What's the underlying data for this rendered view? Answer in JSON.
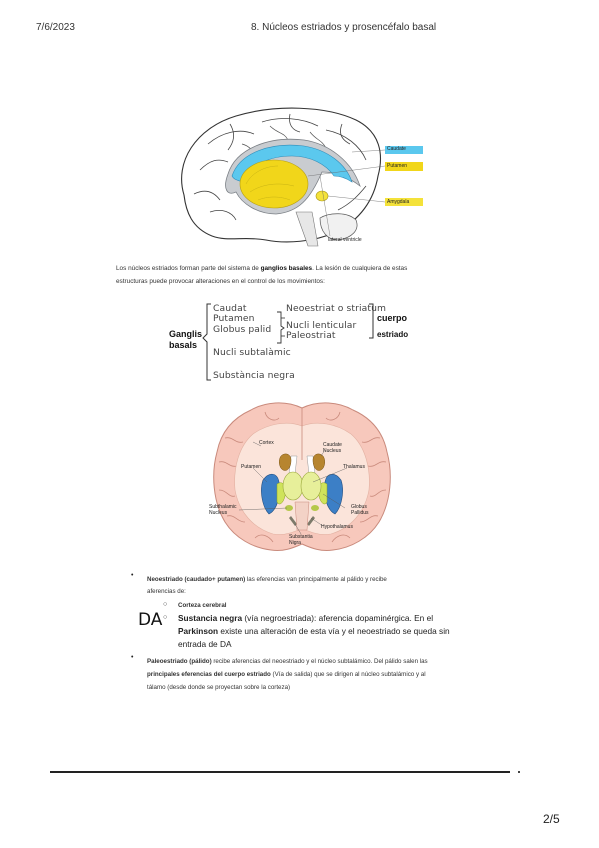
{
  "header": {
    "date": "7/6/2023",
    "title": "8. Núcleos estriados y prosencéfalo basal"
  },
  "figure1": {
    "labels": {
      "caudate": "Caudate",
      "putamen": "Putamen",
      "amygdala": "Amygdala",
      "lateral_ventricle": "lateral ventricle"
    },
    "colors": {
      "caudate": "#5bc8ee",
      "putamen": "#f1d61a",
      "amygdala": "#f4e23a"
    }
  },
  "intro": {
    "line1_pre": "Los núcleos estriados forman parte del sistema de",
    "line1_bold": "ganglios basales",
    "line1_post": ". La lesión de cualquiera de estas",
    "line2": "estructuras puede provocar alteraciones en el control de los movimientos:"
  },
  "classification": {
    "left_line1": "Ganglis",
    "left_line2": "basals",
    "items": [
      "Caudat",
      "Putamen",
      "Globus palid",
      "Nucli subtalàmic",
      "Substància negra"
    ],
    "sub": [
      "Neoestriat o striatum",
      "Nucli lenticular",
      "Paleostriat"
    ],
    "right_line1": "cuerpo",
    "right_line2": "estriado"
  },
  "figure2": {
    "labels": {
      "cortex": "Cortex",
      "caudate_nucleus": "Caudate Nucleus",
      "putamen": "Putamen",
      "thalamus": "Thalamus",
      "subthalamic_nucleus": "Subthalamic Nucleus",
      "globus_pallidus": "Globus Pallidus",
      "substantia_nigra": "Substantia Nigra",
      "hypothalamus": "Hypothalamus"
    },
    "colors": {
      "cortex": "#f7c8bc",
      "white_matter": "#fbe4da",
      "caudate": "#b7852f",
      "putamen": "#3c7fc6",
      "pallidus": "#cfe35a",
      "thalamus": "#e7ef9a"
    }
  },
  "bullets": {
    "b1_bold": "Neoestriado (caudado+ putamen)",
    "b1_text": " las eferencias van principalmente al pálido y recibe",
    "b1_line2": "aferencias de:",
    "sub1": "Corteza cerebral",
    "sub2_bold": "Sustancia negra",
    "sub2_text": " (vía negroestriada): aferencia dopaminérgica. En el",
    "sub2_line2_bold": "Parkinson",
    "sub2_line2_text": " existe una alteración de esta vía y el neoestriado se queda sin",
    "sub2_line3": "entrada de DA",
    "da_note": "DA",
    "b2_bold": "Paleoestriado (pálido)",
    "b2_text": " recibe aferencias del neoestriado y el núcleo subtalámico. Del pálido salen las",
    "b2_line2_bold": "principales eferencias del cuerpo estriado",
    "b2_line2_text": " (Vía de salida) que se dirigen al núcleo subtalámico y al",
    "b2_line3": "tálamo (desde donde se proyectan sobre la corteza)"
  },
  "footer": {
    "page": "2/5"
  }
}
